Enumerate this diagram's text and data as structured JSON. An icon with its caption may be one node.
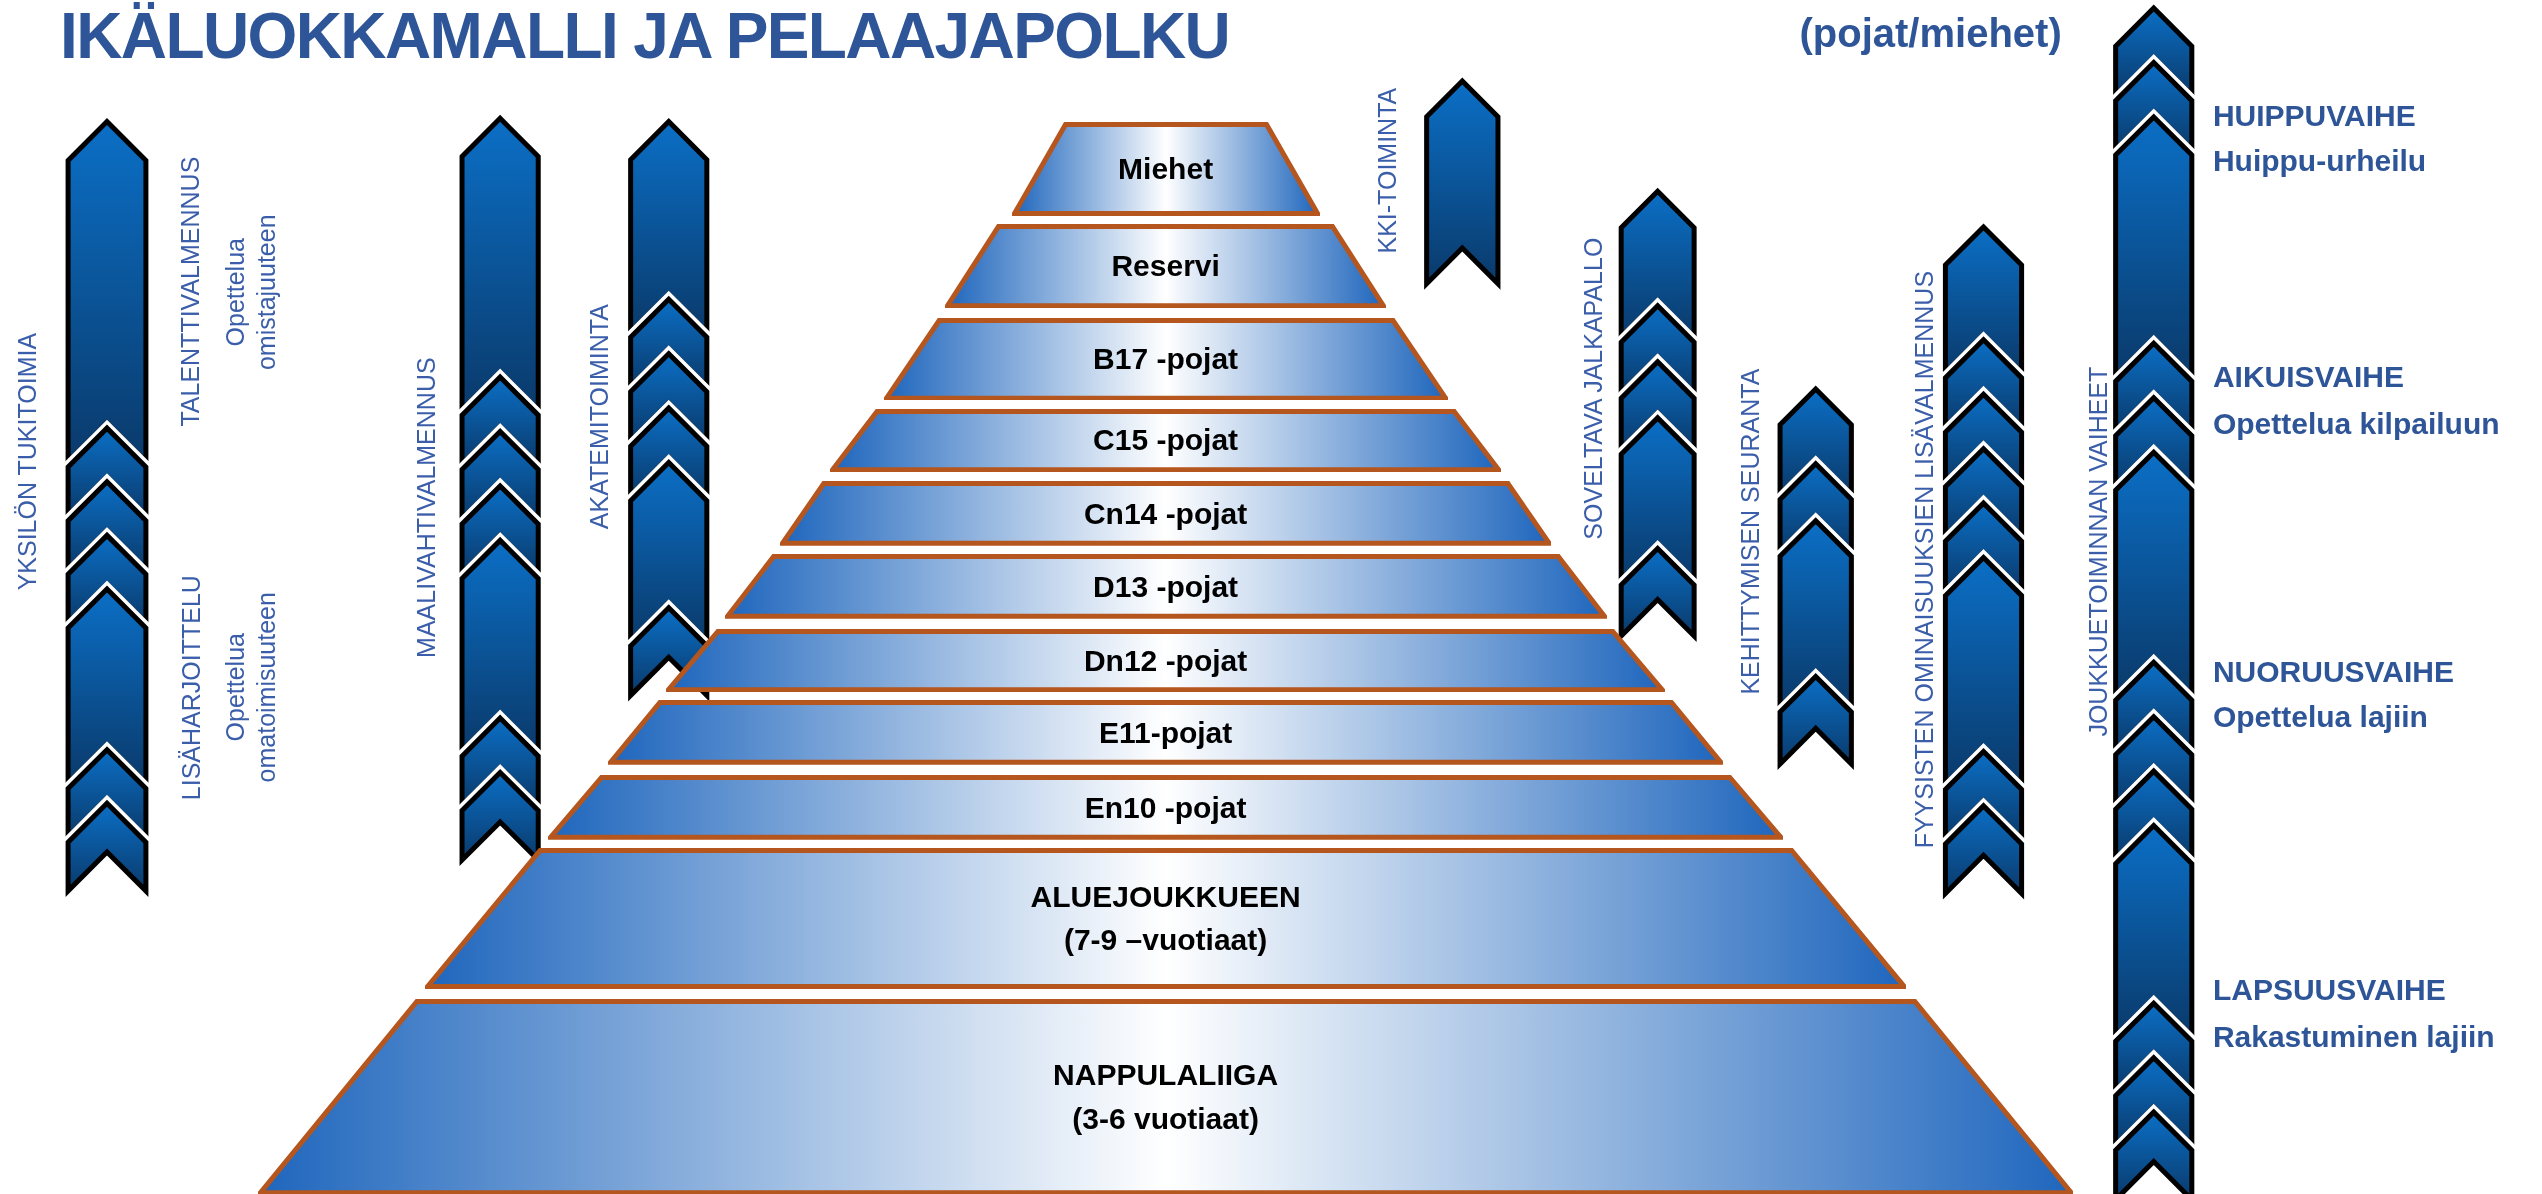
{
  "diagram": {
    "title": "IKÄLUOKKAMALLI JA PELAAJAPOLKU",
    "nodes": [
      {
        "text": [
          "Miehet"
        ]
      },
      {
        "text": [
          "Reservi"
        ]
      },
      {
        "text": [
          "B17 -pojat"
        ]
      },
      {
        "text": [
          "C15 -pojat"
        ]
      },
      {
        "text": [
          "Cn14 -pojat"
        ]
      },
      {
        "text": [
          "D13 -pojat"
        ]
      },
      {
        "text": [
          "Dn12 -pojat"
        ]
      },
      {
        "text": [
          "E11-pojat"
        ]
      },
      {
        "text": [
          "En10 -pojat"
        ]
      },
      {
        "text": [
          "ALUEJOUKKUEEN",
          "(7-9 –vuotiaat)"
        ]
      },
      {
        "text": [
          "NAPPULALIIGA",
          "(3-6 vuotiaat)"
        ]
      }
    ],
    "labels": [
      "(pojat/miehet)",
      "YKSILÖN TUKITOIMIA",
      "TALENTTIVALMENNUS",
      "Opettelua omistajuuteen",
      "LISÄHARJOITTELU",
      "Opettelua omatoimisuuteen",
      "MAALIVAHTIVALMENNUS",
      "AKATEMITOIMINTA",
      "KKI-TOIMINTA",
      "SOVELTAVA JALKAPALLO",
      "KEHITTYMISEN SEURANTA",
      "FYYSISTEN OMINAISUUKSIEN LISÄVALMENNUS",
      "JOUKKUETOIMINNAN VAIHEET",
      "HUIPPUVAIHE",
      "Huippu-urheilu",
      "AIKUISVAIHE",
      "Opettelua kilpailuun",
      "NUORUUSVAIHE",
      "Opettelua lajiin",
      "LAPSUUSVAIHE",
      "Rakastuminen lajiin"
    ]
  }
}
